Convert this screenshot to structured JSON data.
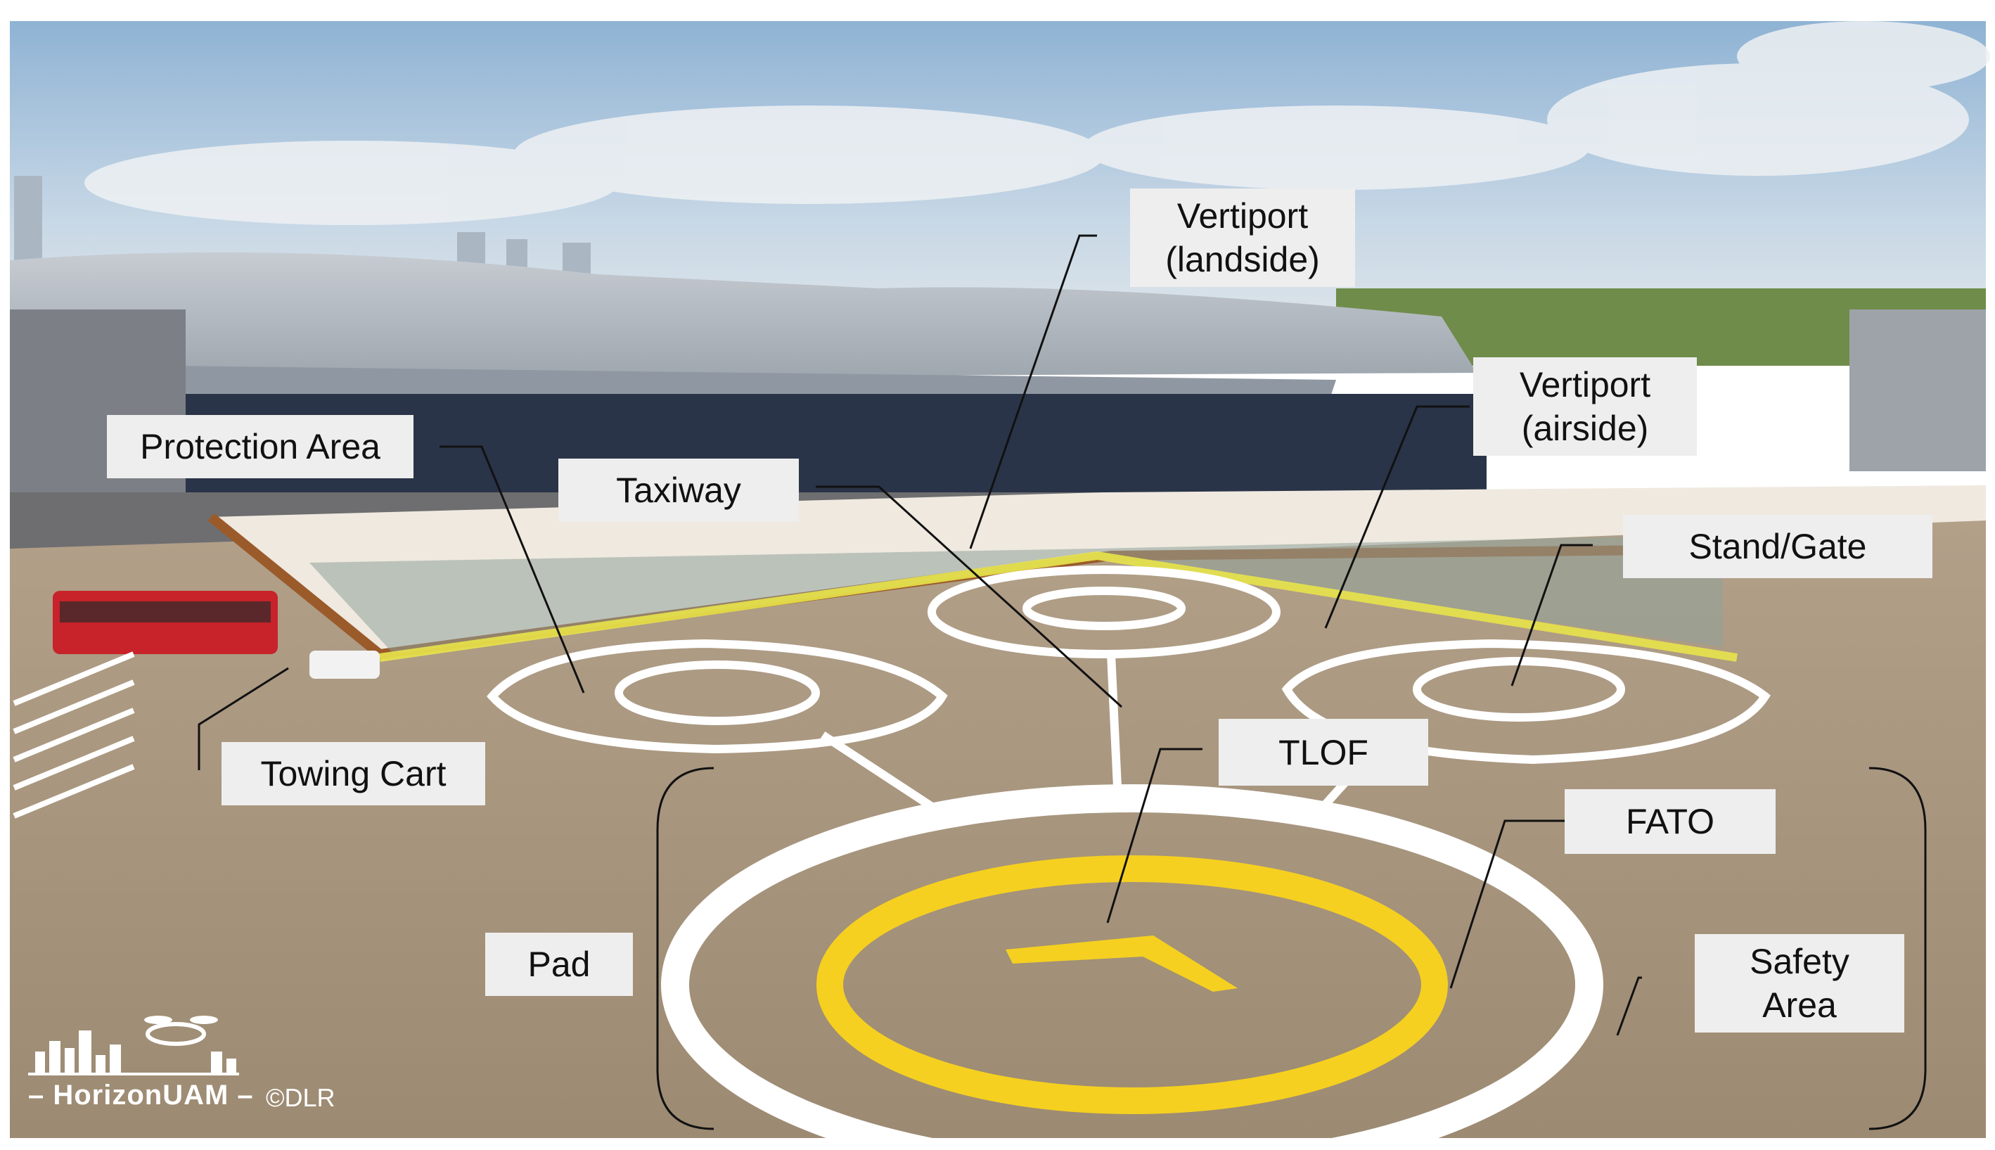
{
  "labels": {
    "vertiport_landside": "Vertiport\n(landside)",
    "vertiport_airside": "Vertiport\n(airside)",
    "protection_area": "Protection Area",
    "taxiway": "Taxiway",
    "stand_gate": "Stand/Gate",
    "towing_cart": "Towing Cart",
    "tlof": "TLOF",
    "fato": "FATO",
    "pad": "Pad",
    "safety_area": "Safety\nArea"
  },
  "logo": {
    "name": "– HorizonUAM –",
    "copyright": "©DLR"
  },
  "colors": {
    "tlof_yellow": "#f5d020",
    "apron": "#a08e76",
    "sky": "#c9d9e8",
    "roof": "#cfd3d8",
    "marking_white": "#ffffff",
    "highlight": "#e8e34a",
    "bus_red": "#c8222a"
  }
}
